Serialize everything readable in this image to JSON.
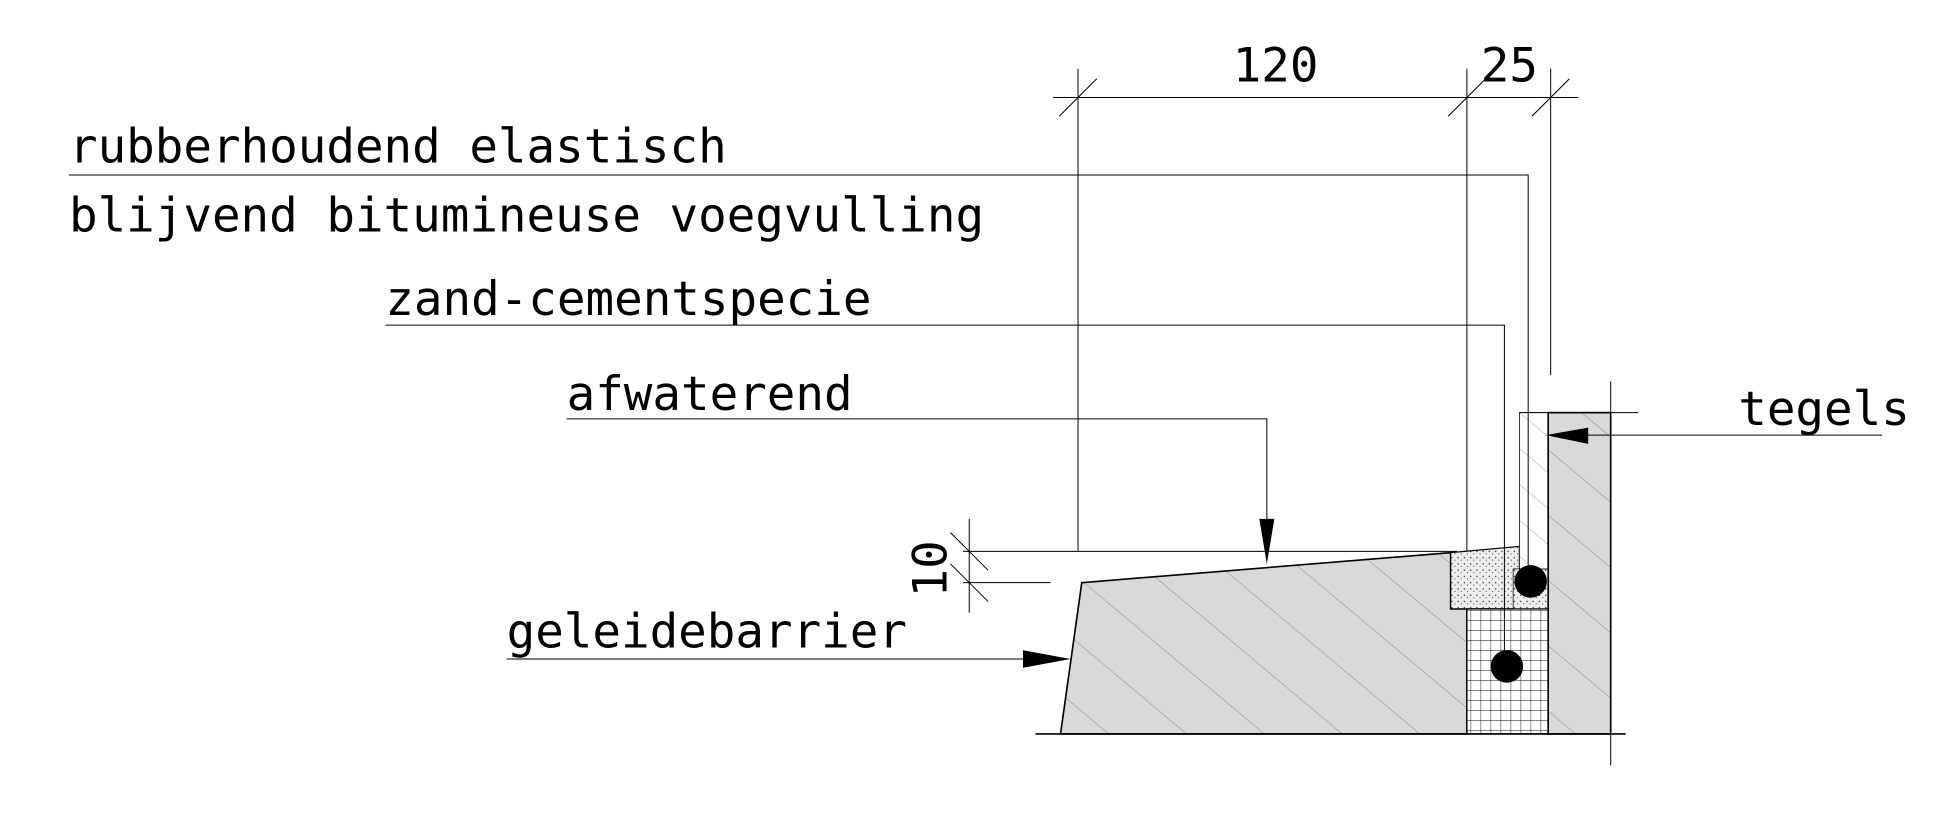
{
  "dimensions": {
    "width_main": "120",
    "width_joint": "25",
    "height_slope": "10"
  },
  "labels": {
    "sealant_line1": "rubberhoudend elastisch",
    "sealant_line2": "blijvend bitumineuse voegvulling",
    "mortar": "zand-cementspecie",
    "drainage": "afwaterend",
    "tiles": "tegels",
    "barrier": "geleidebarrier"
  },
  "colors": {
    "line": "#000000",
    "fill": "#d9d9d9"
  }
}
